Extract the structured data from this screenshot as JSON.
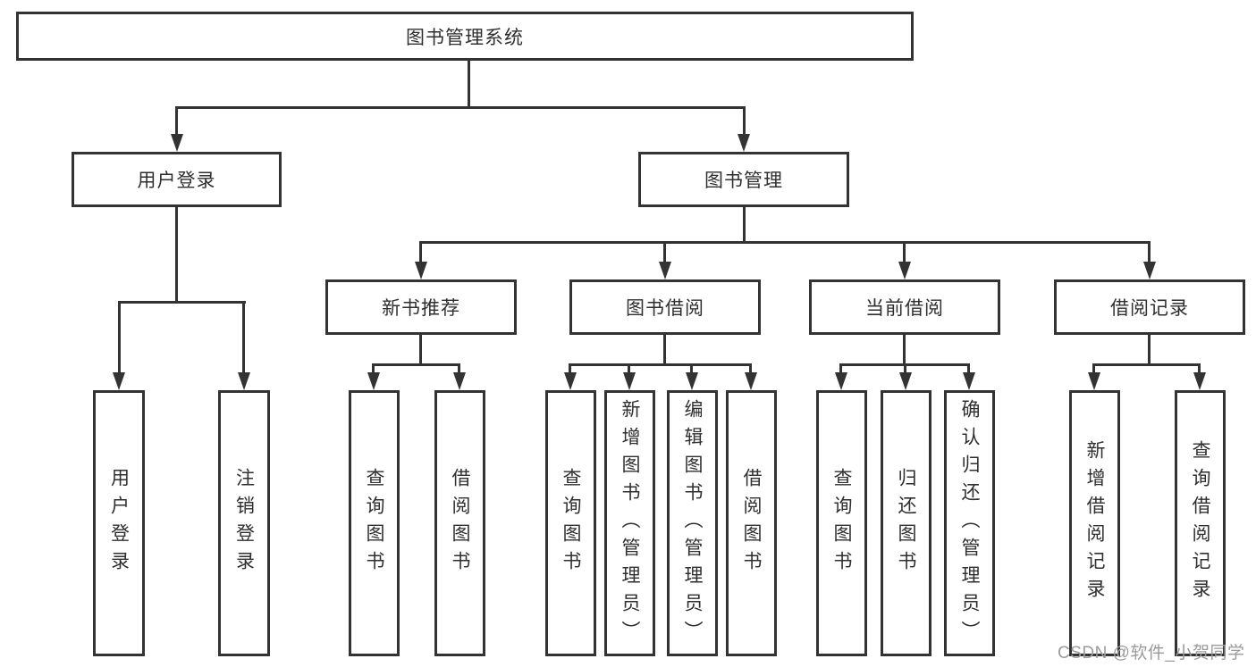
{
  "diagram": {
    "root": {
      "label": "图书管理系统"
    },
    "branches": {
      "user_login": {
        "label": "用户登录",
        "children": [
          {
            "label": "用户登录"
          },
          {
            "label": "注销登录"
          }
        ]
      },
      "book_management": {
        "label": "图书管理",
        "groups": [
          {
            "label": "新书推荐",
            "children": [
              {
                "label": "查询图书"
              },
              {
                "label": "借阅图书"
              }
            ]
          },
          {
            "label": "图书借阅",
            "children": [
              {
                "label": "查询图书"
              },
              {
                "label": "新增图书（管理员）"
              },
              {
                "label": "编辑图书（管理员）"
              },
              {
                "label": "借阅图书"
              }
            ]
          },
          {
            "label": "当前借阅",
            "children": [
              {
                "label": "查询图书"
              },
              {
                "label": "归还图书"
              },
              {
                "label": "确认归还（管理员）"
              }
            ]
          },
          {
            "label": "借阅记录",
            "children": [
              {
                "label": "新增借阅记录"
              },
              {
                "label": "查询借阅记录"
              }
            ]
          }
        ]
      }
    }
  },
  "watermark": {
    "text": "CSDN @软件_小贺同学"
  },
  "colors": {
    "line": "#333333",
    "text": "#2f2f2f",
    "background": "#ffffff",
    "watermark": "#9b9b9b"
  }
}
